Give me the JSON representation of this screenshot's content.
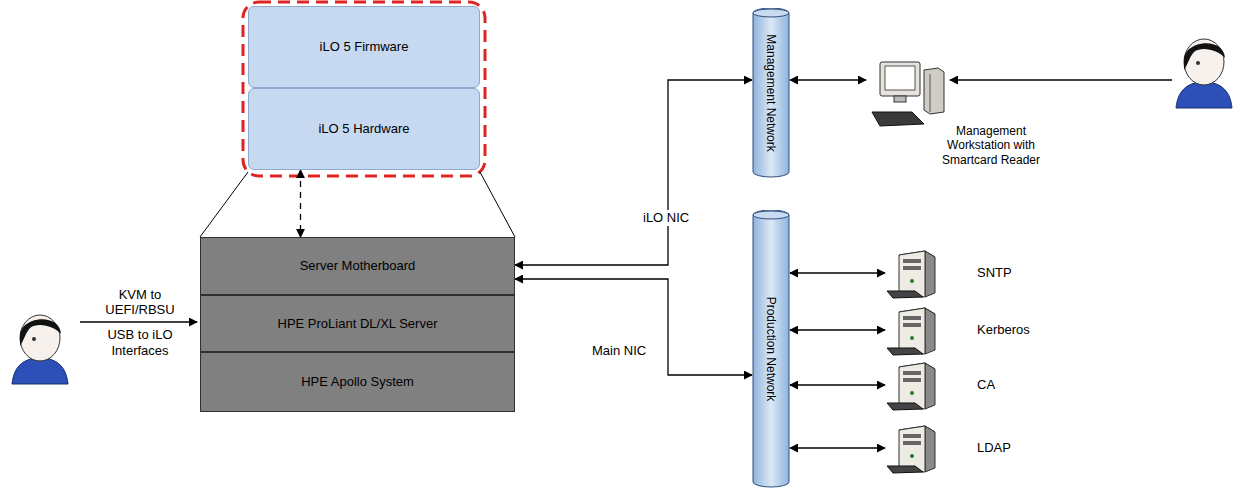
{
  "diagram": {
    "nodes": [
      {
        "text": [
          "iLO 5 Firmware"
        ]
      },
      {
        "text": [
          "iLO 5 Hardware"
        ]
      },
      {
        "text": [
          "Management Network"
        ]
      },
      {
        "text": [
          "Management Workstation with Smartcard Reader"
        ]
      },
      {
        "text": [
          "Server Motherboard"
        ]
      },
      {
        "text": [
          "HPE ProLiant DL/XL Server"
        ]
      },
      {
        "text": [
          "HPE Apollo System"
        ]
      },
      {
        "text": [
          "Production Network"
        ]
      },
      {
        "text": [
          "SNTP"
        ]
      },
      {
        "text": [
          "Kerberos"
        ]
      },
      {
        "text": [
          "CA"
        ]
      },
      {
        "text": [
          "LDAP"
        ]
      }
    ],
    "edges": [
      {
        "from": 1,
        "to": 4,
        "arrow": "both"
      },
      {
        "from": 4,
        "to": 2,
        "label": "iLO NIC",
        "arrow": "both"
      },
      {
        "from": 4,
        "to": 7,
        "label": "Main NIC",
        "arrow": "both"
      },
      {
        "from": 2,
        "to": 3,
        "arrow": "both"
      },
      {
        "from": 7,
        "to": 8,
        "arrow": "both"
      },
      {
        "from": 7,
        "to": 9,
        "arrow": "both"
      },
      {
        "from": 7,
        "to": 10,
        "arrow": "both"
      },
      {
        "from": 7,
        "to": 11,
        "arrow": "both"
      }
    ],
    "labels": [
      "KVM to UEFI/RBSU",
      "USB to iLO Interfaces"
    ]
  }
}
